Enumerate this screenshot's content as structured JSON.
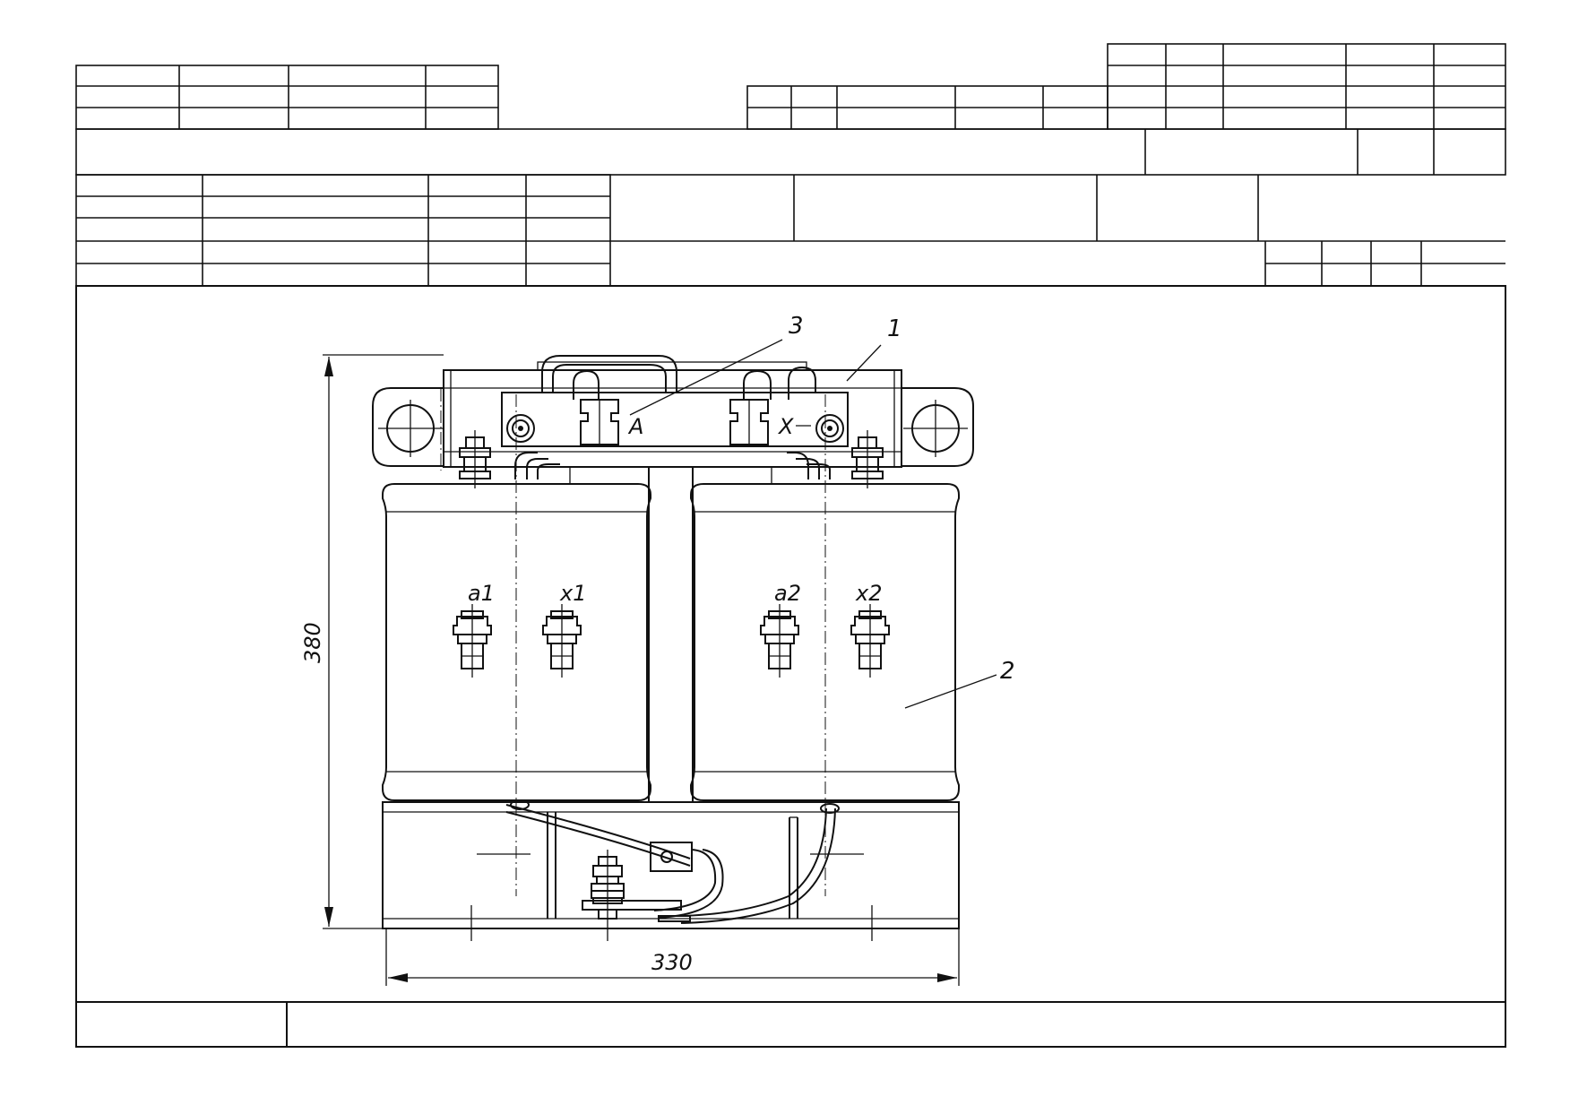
{
  "drawing": {
    "callouts": {
      "item_1": "1",
      "item_2": "2",
      "item_3": "3"
    },
    "terminals": {
      "high_voltage_start": "A",
      "high_voltage_end": "X",
      "winding_1_start": "a1",
      "winding_1_end": "x1",
      "winding_2_start": "a2",
      "winding_2_end": "x2"
    },
    "dimensions": {
      "height": "380",
      "width": "330"
    }
  }
}
